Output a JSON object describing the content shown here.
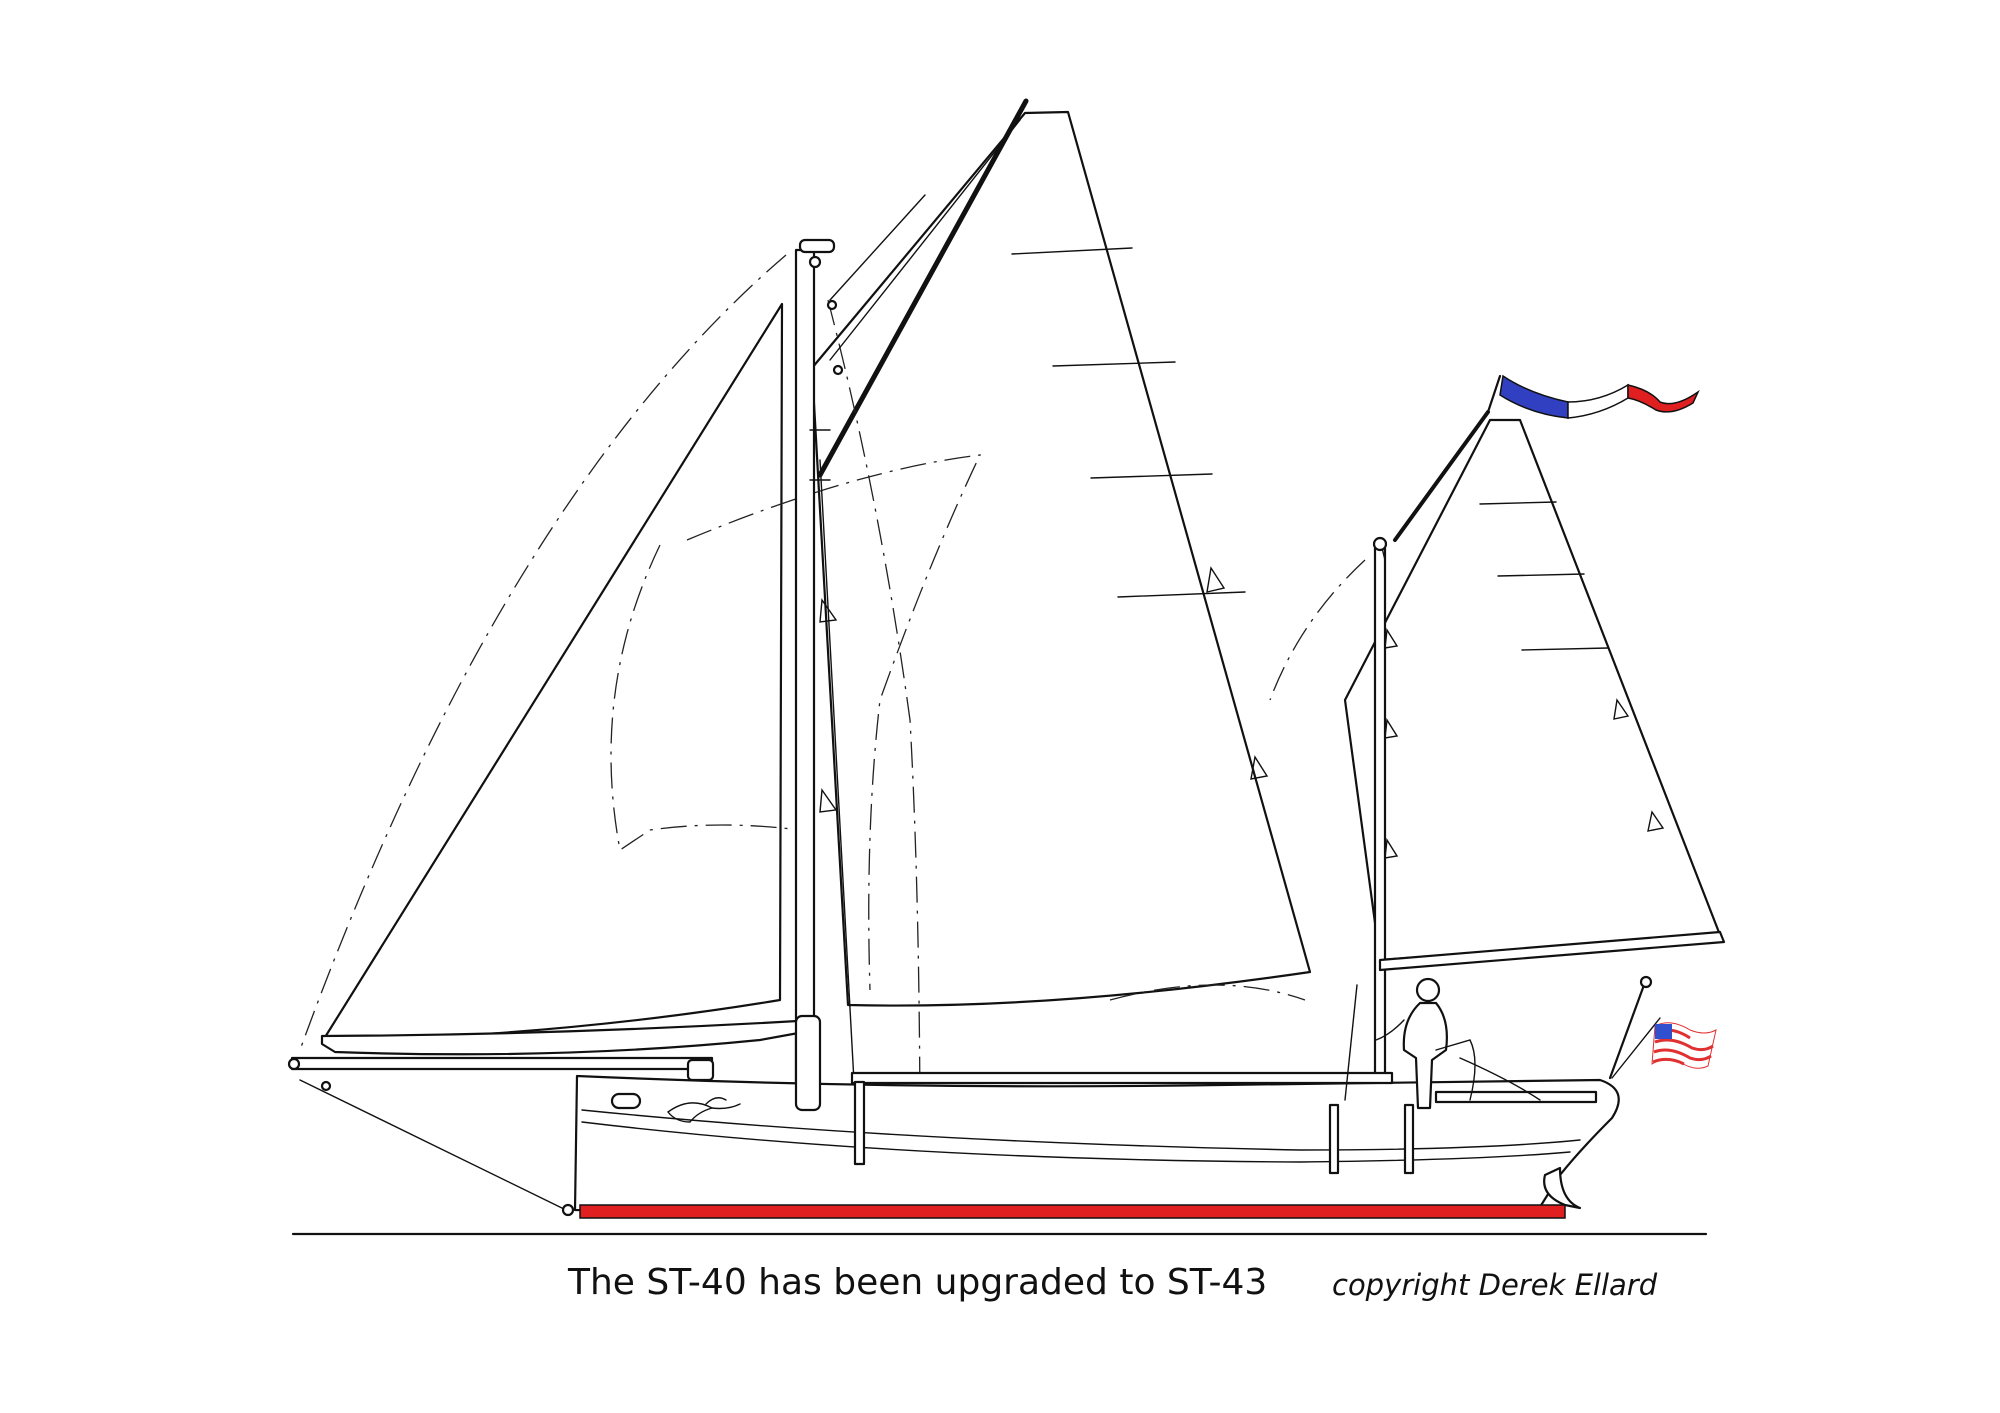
{
  "caption": {
    "main": "The ST-40 has been upgraded to ST-43",
    "credit": "copyright Derek Ellard"
  },
  "colors": {
    "ink": "#111111",
    "boot_stripe": "#e02020",
    "pennant_blue": "#3040c0",
    "pennant_red": "#e02020",
    "flag_red": "#e03030",
    "flag_blue": "#3050d0"
  },
  "icons": {
    "pennant": "burgee-pennant-icon",
    "ensign": "us-flag-icon",
    "figurehead": "dolphin-carving-icon",
    "crew": "helmsman-figure"
  }
}
